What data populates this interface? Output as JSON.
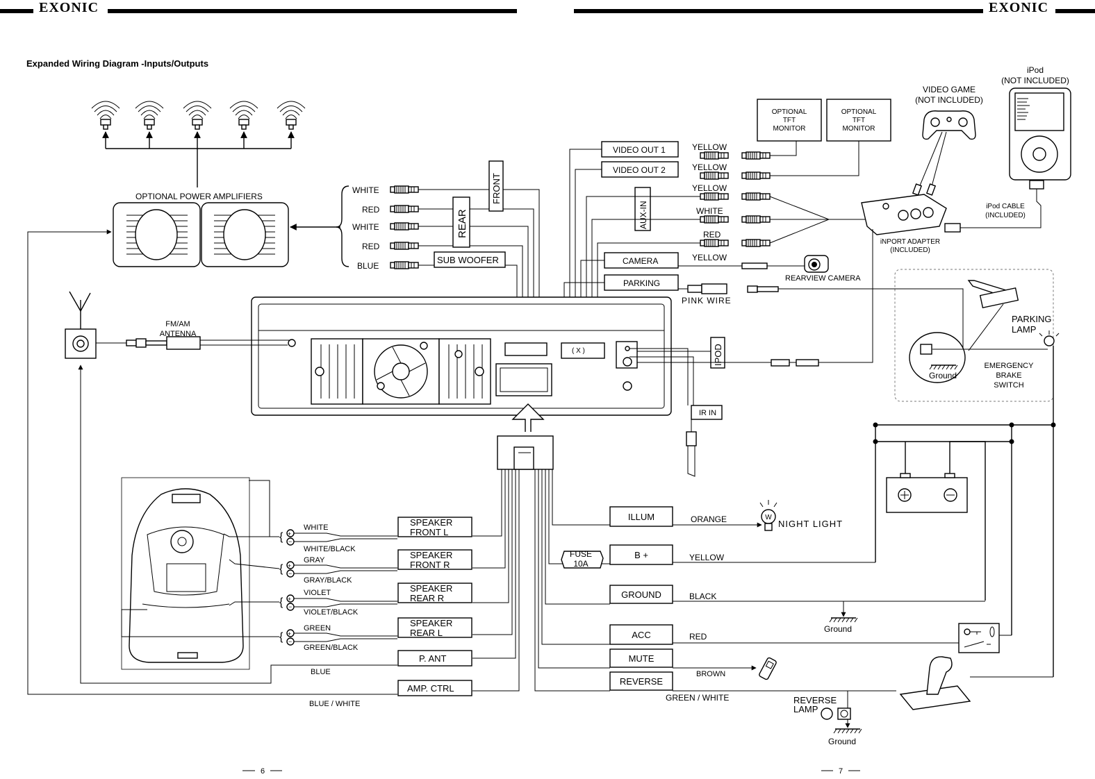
{
  "header": {
    "brand_left": "EXONIC",
    "brand_right": "EXONIC"
  },
  "title": "Expanded Wiring Diagram -Inputs/Outputs",
  "amplifier": {
    "label": "OPTIONAL POWER AMPLIFIERS"
  },
  "rca_outputs": {
    "wires": [
      "WHITE",
      "RED",
      "WHITE",
      "RED",
      "BLUE"
    ],
    "front_label": "FRONT",
    "rear_label": "REAR",
    "subwoofer_label": "SUB WOOFER"
  },
  "video": {
    "out1": "VIDEO OUT  1",
    "out2": "VIDEO OUT  2",
    "out1_color": "YELLOW",
    "out2_color": "YELLOW",
    "monitor_label": [
      "OPTIONAL",
      "TFT",
      "MONITOR"
    ]
  },
  "aux": {
    "label": "AUX-IN",
    "colors": [
      "YELLOW",
      "WHITE",
      "RED"
    ]
  },
  "camera": {
    "label": "CAMERA",
    "color": "YELLOW",
    "device": "REARVIEW CAMERA"
  },
  "parking": {
    "label": "PARKING",
    "wire": "PINK WIRE"
  },
  "video_game": [
    "VIDEO GAME",
    "(NOT INCLUDED)"
  ],
  "ipod": [
    "iPod",
    "(NOT INCLUDED)"
  ],
  "ipod_cable": [
    "iPod CABLE",
    "(INCLUDED)"
  ],
  "inport_adapter": [
    "iNPORT ADAPTER",
    "(INCLUDED)"
  ],
  "ipod_port": "IPOD",
  "antenna": [
    "FM/AM",
    "ANTENNA"
  ],
  "ir_in": "IR IN",
  "parking_lamp": [
    "PARKING",
    "LAMP"
  ],
  "brake_switch": [
    "EMERGENCY",
    "BRAKE",
    "SWITCH"
  ],
  "ground": "Ground",
  "speakers": [
    {
      "box": [
        "SPEAKER",
        "FRONT L"
      ],
      "pos": "WHITE",
      "neg": "WHITE/BLACK"
    },
    {
      "box": [
        "SPEAKER",
        "FRONT R"
      ],
      "pos": "GRAY",
      "neg": "GRAY/BLACK"
    },
    {
      "box": [
        "SPEAKER",
        "REAR R"
      ],
      "pos": "VIOLET",
      "neg": "VIOLET/BLACK"
    },
    {
      "box": [
        "SPEAKER",
        "REAR L"
      ],
      "pos": "GREEN",
      "neg": "GREEN/BLACK"
    }
  ],
  "pant": {
    "box": "P. ANT",
    "wire": "BLUE"
  },
  "ampctrl": {
    "box": "AMP. CTRL",
    "wire": "BLUE / WHITE"
  },
  "right_wires": [
    {
      "box": "ILLUM",
      "color": "ORANGE"
    },
    {
      "box": "B +",
      "color": "YELLOW"
    },
    {
      "box": "GROUND",
      "color": "BLACK"
    },
    {
      "box": "ACC",
      "color": "RED"
    },
    {
      "box": "MUTE",
      "color": "BROWN"
    },
    {
      "box": "REVERSE",
      "color": "GREEN / WHITE"
    }
  ],
  "fuse": [
    "FUSE",
    "10A"
  ],
  "night_light": "NIGHT LIGHT",
  "bulb_letter": "W",
  "reverse_lamp": [
    "REVERSE",
    "LAMP"
  ],
  "pages": {
    "left": "6",
    "right": "7"
  }
}
